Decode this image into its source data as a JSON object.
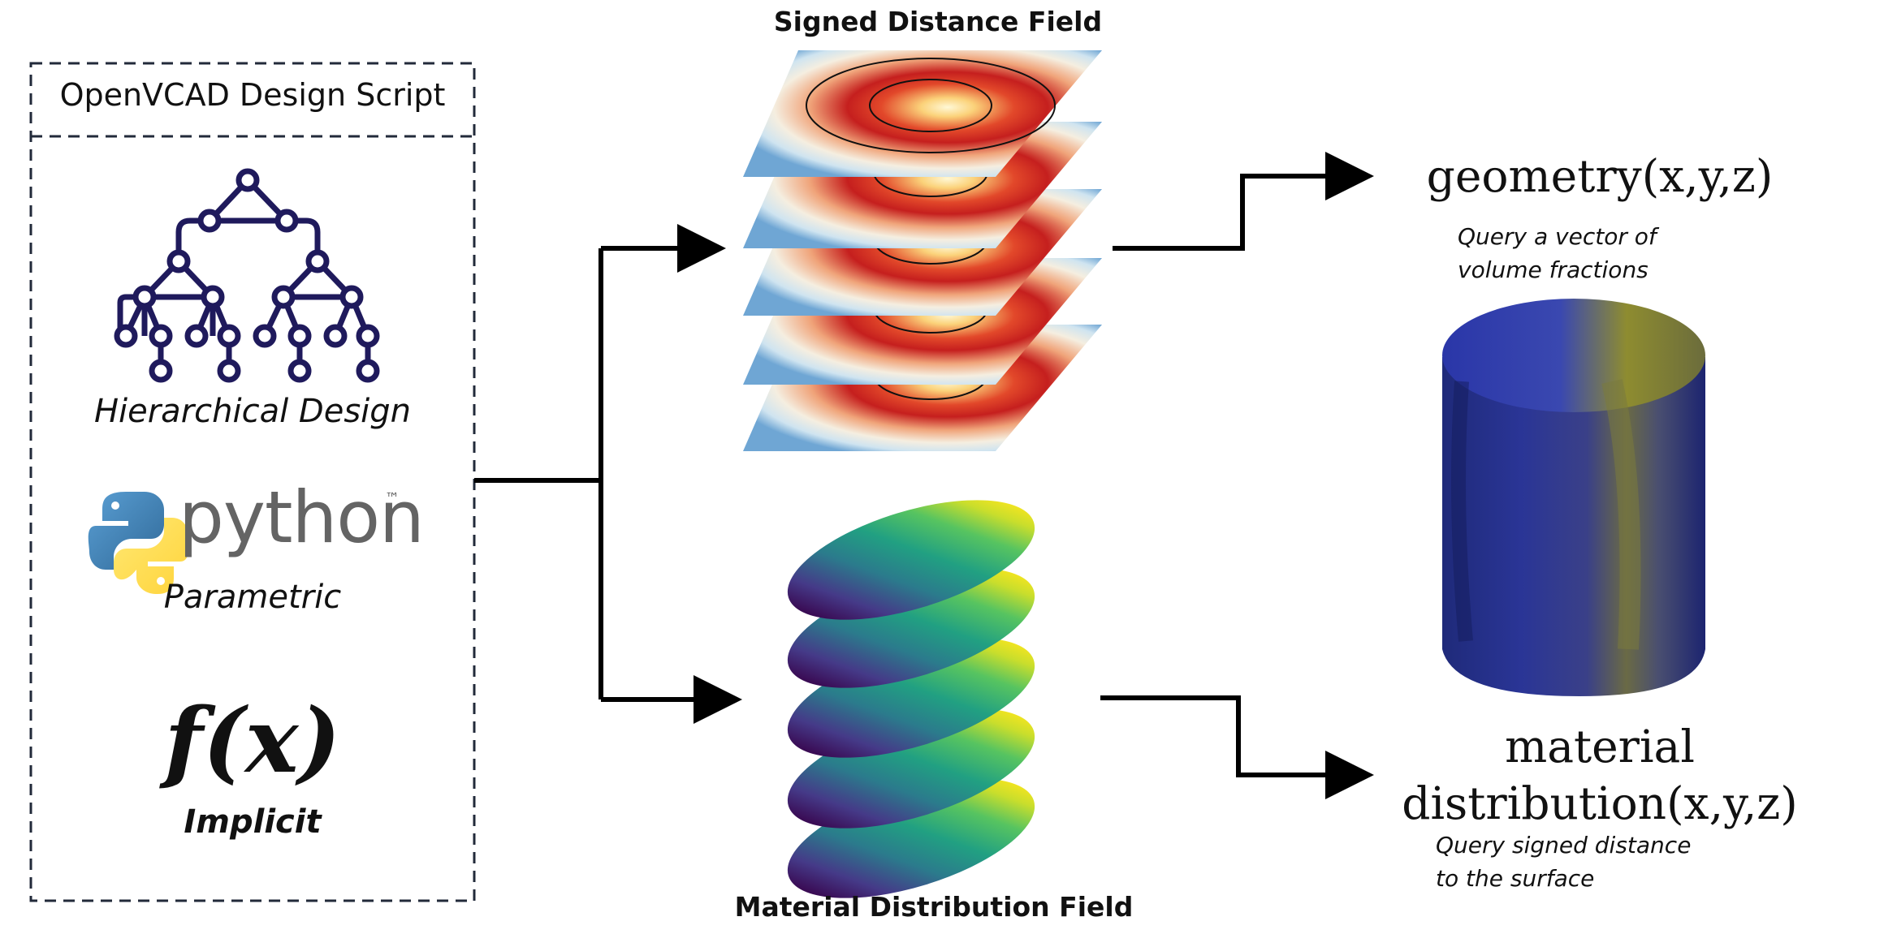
{
  "left_panel": {
    "title": "OpenVCAD Design Script",
    "hierarchical_caption": "Hierarchical Design",
    "python_wordmark": "python",
    "python_tm": "™",
    "parametric_caption": "Parametric",
    "fx_symbol": "f(x)",
    "implicit_caption": "Implicit"
  },
  "fields": {
    "sdf_title": "Signed Distance Field",
    "material_title": "Material Distribution Field"
  },
  "outputs": {
    "geometry_label": "geometry(x,y,z)",
    "geometry_note_line1": "Query a vector of",
    "geometry_note_line2": "volume fractions",
    "material_label_line1": "material",
    "material_label_line2": "distribution(x,y,z)",
    "material_note_line1": "Query signed distance",
    "material_note_line2": "to the surface"
  },
  "colors": {
    "tree": "#1f1a5c",
    "box_border": "#222a3a",
    "arrow": "#000000",
    "python_blue": "#3a75b0",
    "python_yellow": "#f7d44a",
    "cylinder_blue": "#1f2a8a",
    "cylinder_yellow": "#8a8a2a"
  },
  "icons": [
    "hierarchy-tree-icon",
    "python-logo-icon",
    "fx-symbol-icon"
  ]
}
